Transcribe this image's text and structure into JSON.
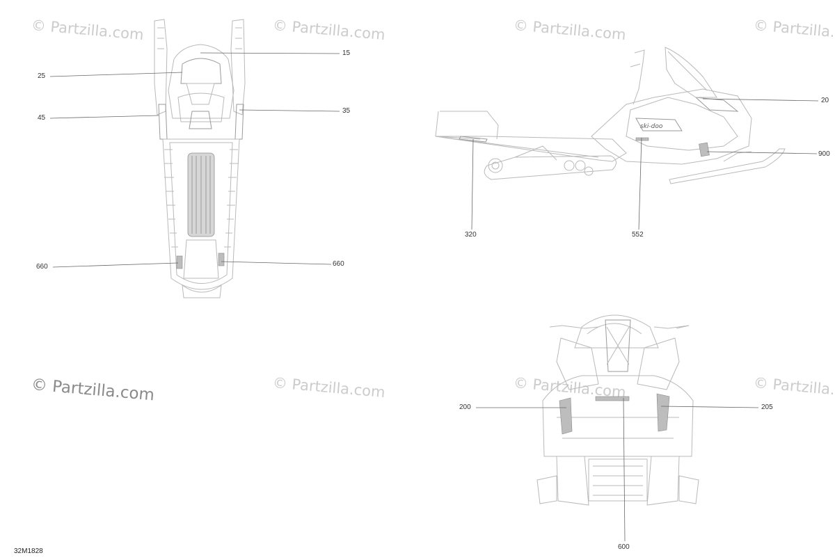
{
  "watermark": "© Partzilla.com",
  "diagram_code": "32M1828",
  "callouts": {
    "top_view": [
      "15",
      "25",
      "35",
      "45",
      "660",
      "660"
    ],
    "side_view": [
      "20",
      "900",
      "320",
      "552"
    ],
    "rear_view": [
      "200",
      "205",
      "600"
    ]
  },
  "side_logo_text": "ski-doo",
  "colors": {
    "line": "#b9b9b9",
    "leader": "#666666",
    "watermark": "#cccccc",
    "text": "#333333"
  }
}
